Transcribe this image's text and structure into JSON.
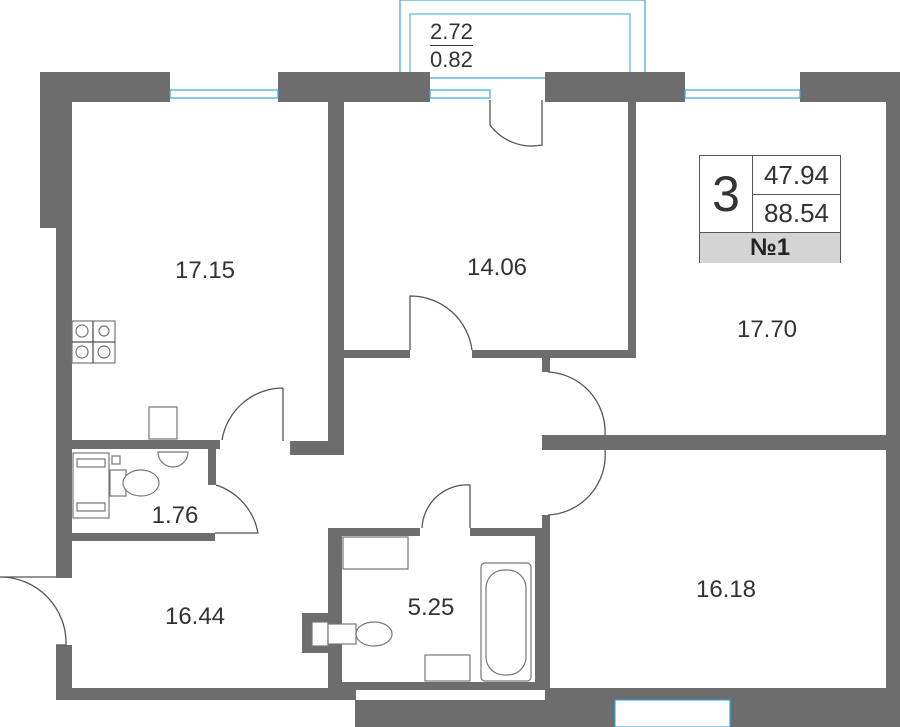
{
  "plan": {
    "rooms_count": "3",
    "living_area": "47.94",
    "total_area": "88.54",
    "apartment_number": "№1",
    "balcony": {
      "area": "2.72",
      "area_coef": "0.82"
    },
    "room_areas": {
      "kitchen": "17.15",
      "bedroom_top": "14.06",
      "bedroom_right": "17.70",
      "room_bottom_right": "16.18",
      "hall": "16.44",
      "toilet": "1.76",
      "bathroom": "5.25"
    }
  },
  "colors": {
    "wall": "#6d6d6d",
    "window": "#3aa6d8",
    "badge": "#d4d4d4"
  }
}
